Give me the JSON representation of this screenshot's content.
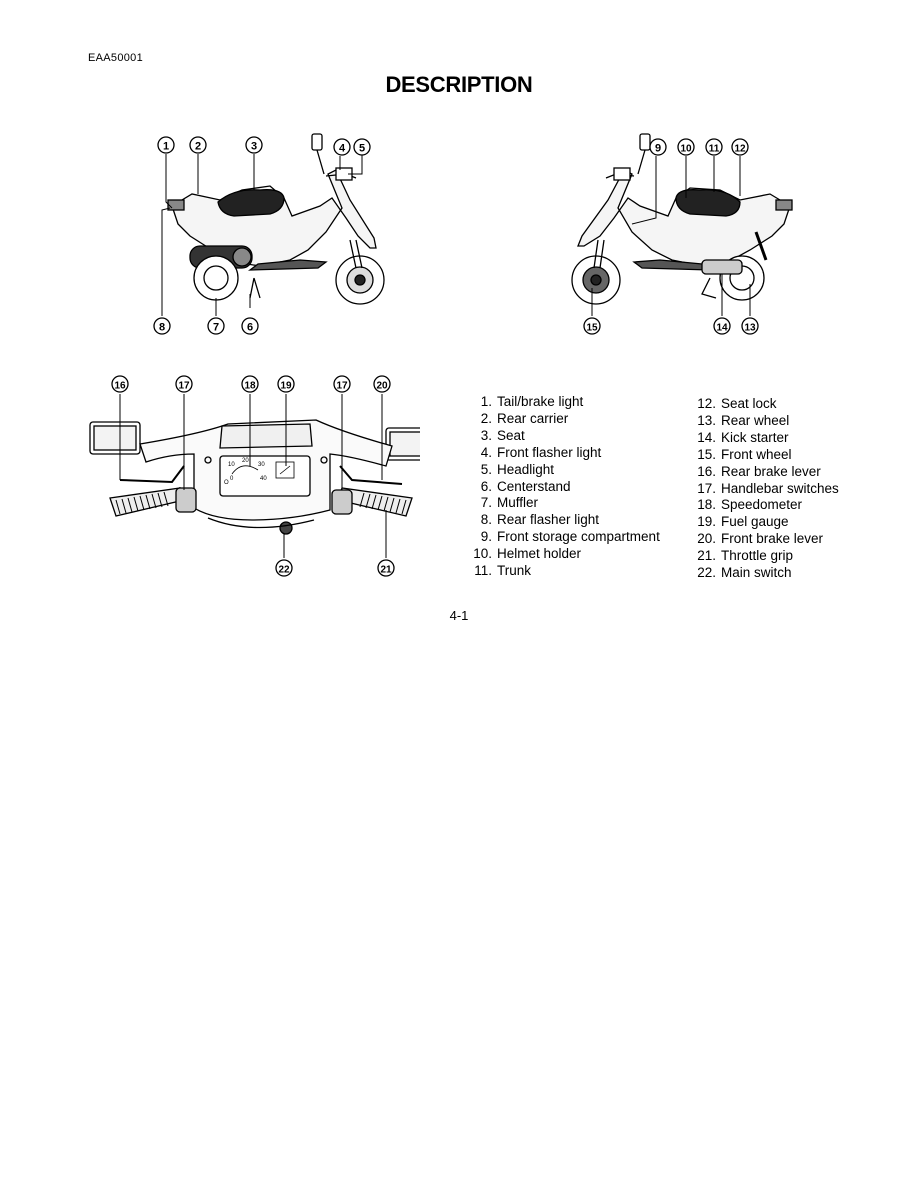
{
  "header": {
    "code": "EAA50001",
    "title": "DESCRIPTION"
  },
  "figures": {
    "left_view_callouts": [
      "1",
      "2",
      "3",
      "4",
      "5",
      "6",
      "7",
      "8"
    ],
    "right_view_callouts": [
      "9",
      "10",
      "11",
      "12",
      "13",
      "14",
      "15"
    ],
    "handlebar_callouts": [
      "16",
      "17",
      "18",
      "19",
      "17",
      "20",
      "21",
      "22"
    ],
    "speedo_marks": [
      "10",
      "20",
      "30",
      "40",
      "0",
      "O"
    ]
  },
  "legend": {
    "left": [
      {
        "n": "1.",
        "label": "Tail/brake light"
      },
      {
        "n": "2.",
        "label": "Rear carrier"
      },
      {
        "n": "3.",
        "label": "Seat"
      },
      {
        "n": "4.",
        "label": "Front flasher light"
      },
      {
        "n": "5.",
        "label": "Headlight"
      },
      {
        "n": "6.",
        "label": "Centerstand"
      },
      {
        "n": "7.",
        "label": "Muffler"
      },
      {
        "n": "8.",
        "label": "Rear flasher light"
      },
      {
        "n": "9.",
        "label": "Front storage compartment"
      },
      {
        "n": "10.",
        "label": "Helmet holder"
      },
      {
        "n": "11.",
        "label": "Trunk"
      }
    ],
    "right": [
      {
        "n": "12.",
        "label": "Seat lock"
      },
      {
        "n": "13.",
        "label": "Rear wheel"
      },
      {
        "n": "14.",
        "label": "Kick starter"
      },
      {
        "n": "15.",
        "label": "Front wheel"
      },
      {
        "n": "16.",
        "label": "Rear brake lever"
      },
      {
        "n": "17.",
        "label": "Handlebar switches"
      },
      {
        "n": "18.",
        "label": "Speedometer"
      },
      {
        "n": "19.",
        "label": "Fuel gauge"
      },
      {
        "n": "20.",
        "label": "Front brake lever"
      },
      {
        "n": "21.",
        "label": "Throttle grip"
      },
      {
        "n": "22.",
        "label": "Main switch"
      }
    ]
  },
  "footer": {
    "page": "4-1"
  }
}
